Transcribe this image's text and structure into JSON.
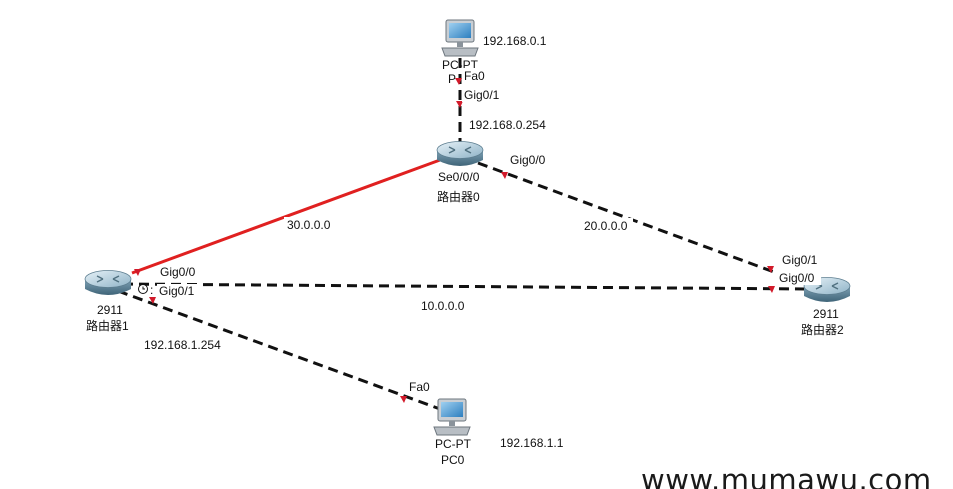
{
  "colors": {
    "background": "#ffffff",
    "link_dashed": "#111111",
    "link_serial": "#e02020",
    "port_indicator": "#d21a2a"
  },
  "watermark": "www.mumawu.com",
  "devices": {
    "pc_top": {
      "icon": "pc-icon",
      "model_label": "PC-PT",
      "name_label": "P",
      "ip_label": "192.168.0.1"
    },
    "router0": {
      "icon": "router-icon",
      "name": "路由器0",
      "lan_ip_label": "192.168.0.254"
    },
    "router1": {
      "icon": "router-icon",
      "model": "2911",
      "name": "路由器1",
      "lan_ip_label": "192.168.1.254"
    },
    "router2": {
      "icon": "router-icon",
      "model": "2911",
      "name": "路由器2"
    },
    "pc0": {
      "icon": "pc-icon",
      "model": "PC-PT",
      "name": "PC0",
      "ip_label": "192.168.1.1"
    }
  },
  "ports": {
    "pc_top_fa0": "Fa0",
    "router0_gig01": "Gig0/1",
    "router0_gig00": "Gig0/0",
    "router0_se000": "Se0/0/0",
    "router1_gig00": "Gig0/0",
    "router1_gig01": "Gig0/1",
    "router2_gig01": "Gig0/1",
    "router2_gig00": "Gig0/0",
    "pc0_fa0": "Fa0"
  },
  "networks": {
    "serial_r0_r1": "30.0.0.0",
    "r0_r2": "20.0.0.0",
    "r1_r2": "10.0.0.0"
  }
}
